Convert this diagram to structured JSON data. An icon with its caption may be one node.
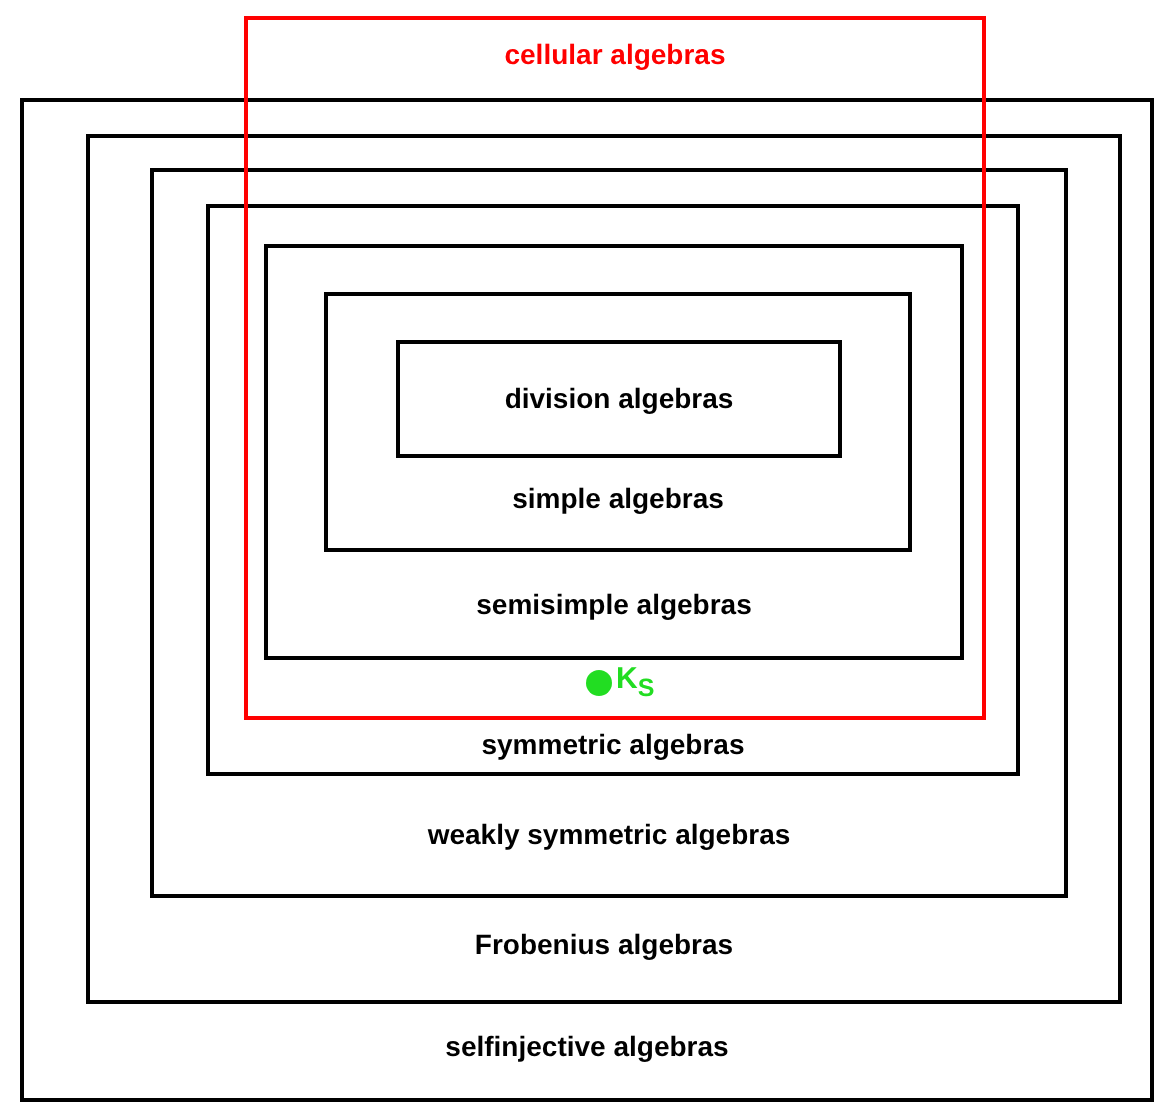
{
  "diagram": {
    "nodes": [
      {
        "text": [
          "cellular algebras"
        ]
      },
      {
        "text": [
          "selfinjective algebras"
        ]
      },
      {
        "text": [
          "Frobenius algebras"
        ],
        "in": 1
      },
      {
        "text": [
          "weakly symmetric algebras"
        ],
        "in": 2
      },
      {
        "text": [
          "symmetric algebras"
        ],
        "in": 3
      },
      {
        "text": [
          "semisimple algebras"
        ],
        "in": 4
      },
      {
        "text": [
          "simple algebras"
        ],
        "in": 5
      },
      {
        "text": [
          "division algebras"
        ],
        "in": 6
      }
    ],
    "labels": [
      "K$_{S}$"
    ]
  }
}
